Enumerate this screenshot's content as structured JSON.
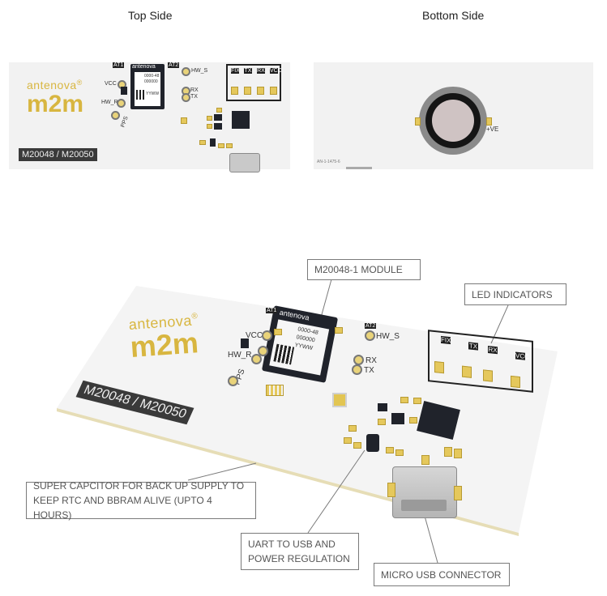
{
  "headings": {
    "top": "Top Side",
    "bottom": "Bottom Side"
  },
  "top_board": {
    "logo_word": "antenova",
    "logo_reg": "®",
    "logo_mark": "m2m",
    "part_number": "M20048 / M20050",
    "module_brand": "antenova",
    "module_text": [
      "0000-48",
      "000000",
      "YYWW"
    ],
    "pin_labels": {
      "vcc": "VCC",
      "hw_r": "HW_R",
      "pps": "PPS",
      "hw_s": "HW_S",
      "rx": "RX",
      "tx": "TX",
      "at1": "AT1",
      "at2": "AT2"
    },
    "led_labels": [
      "FIX",
      "TX",
      "RX",
      "VCC"
    ]
  },
  "bottom_board": {
    "polarity": "+VE",
    "ref_code": "AN-1-1475-6"
  },
  "main_board": {
    "logo_word": "antenova",
    "logo_reg": "®",
    "logo_mark": "m2m",
    "part_number": "M20048 / M20050",
    "module_brand": "antenova",
    "module_text": [
      "0000-48",
      "000000",
      "YYWW"
    ],
    "pin_labels": {
      "vcc": "VCC",
      "hw_r": "HW_R",
      "pps": "PPS",
      "hw_s": "HW_S",
      "rx": "RX",
      "tx": "TX",
      "at1": "AT1",
      "at2": "AT2"
    },
    "led_labels": [
      "FIX",
      "TX",
      "RX",
      "VCC"
    ]
  },
  "callouts": {
    "module": "M20048-1 MODULE",
    "led": "LED INDICATORS",
    "supercap_line1": "SUPER CAPCITOR FOR BACK UP SUPPLY TO",
    "supercap_line2": "KEEP RTC AND BBRAM ALIVE (UPTO 4 HOURS)",
    "uart_line1": "UART TO USB AND",
    "uart_line2": "POWER REGULATION",
    "usb": "MICRO USB CONNECTOR"
  },
  "colors": {
    "logo_gold": "#d8b640",
    "board": "#f2f2f2",
    "chip": "#20232b",
    "callout_border": "#7a7a7a"
  }
}
